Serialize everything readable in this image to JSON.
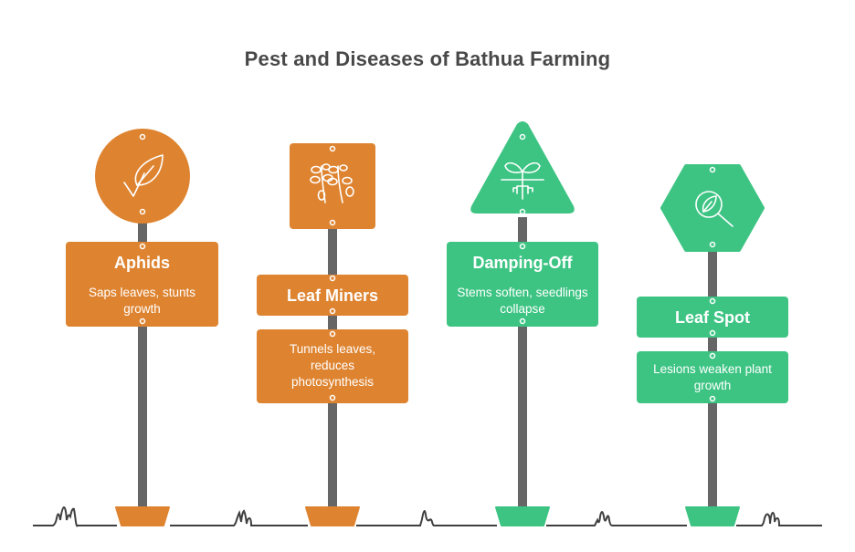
{
  "title": "Pest and Diseases of Bathua Farming",
  "colors": {
    "orange": "#DE8431",
    "green": "#3DC483",
    "pole": "#666666",
    "ground": "#3f3f3f",
    "title": "#484848"
  },
  "signs": [
    {
      "name": "Aphids",
      "description": "Saps leaves, stunts growth",
      "shape": "circle",
      "icon": "leaf-check-icon",
      "color": "orange"
    },
    {
      "name": "Leaf Miners",
      "description": "Tunnels leaves, reduces photosynthesis",
      "shape": "rounded-square",
      "icon": "leafy-vine-icon",
      "color": "orange"
    },
    {
      "name": "Damping-Off",
      "description": "Stems soften, seedlings collapse",
      "shape": "triangle",
      "icon": "seedling-roots-icon",
      "color": "green"
    },
    {
      "name": "Leaf Spot",
      "description": "Lesions weaken plant growth",
      "shape": "hexagon",
      "icon": "leaf-magnifier-icon",
      "color": "green"
    }
  ]
}
